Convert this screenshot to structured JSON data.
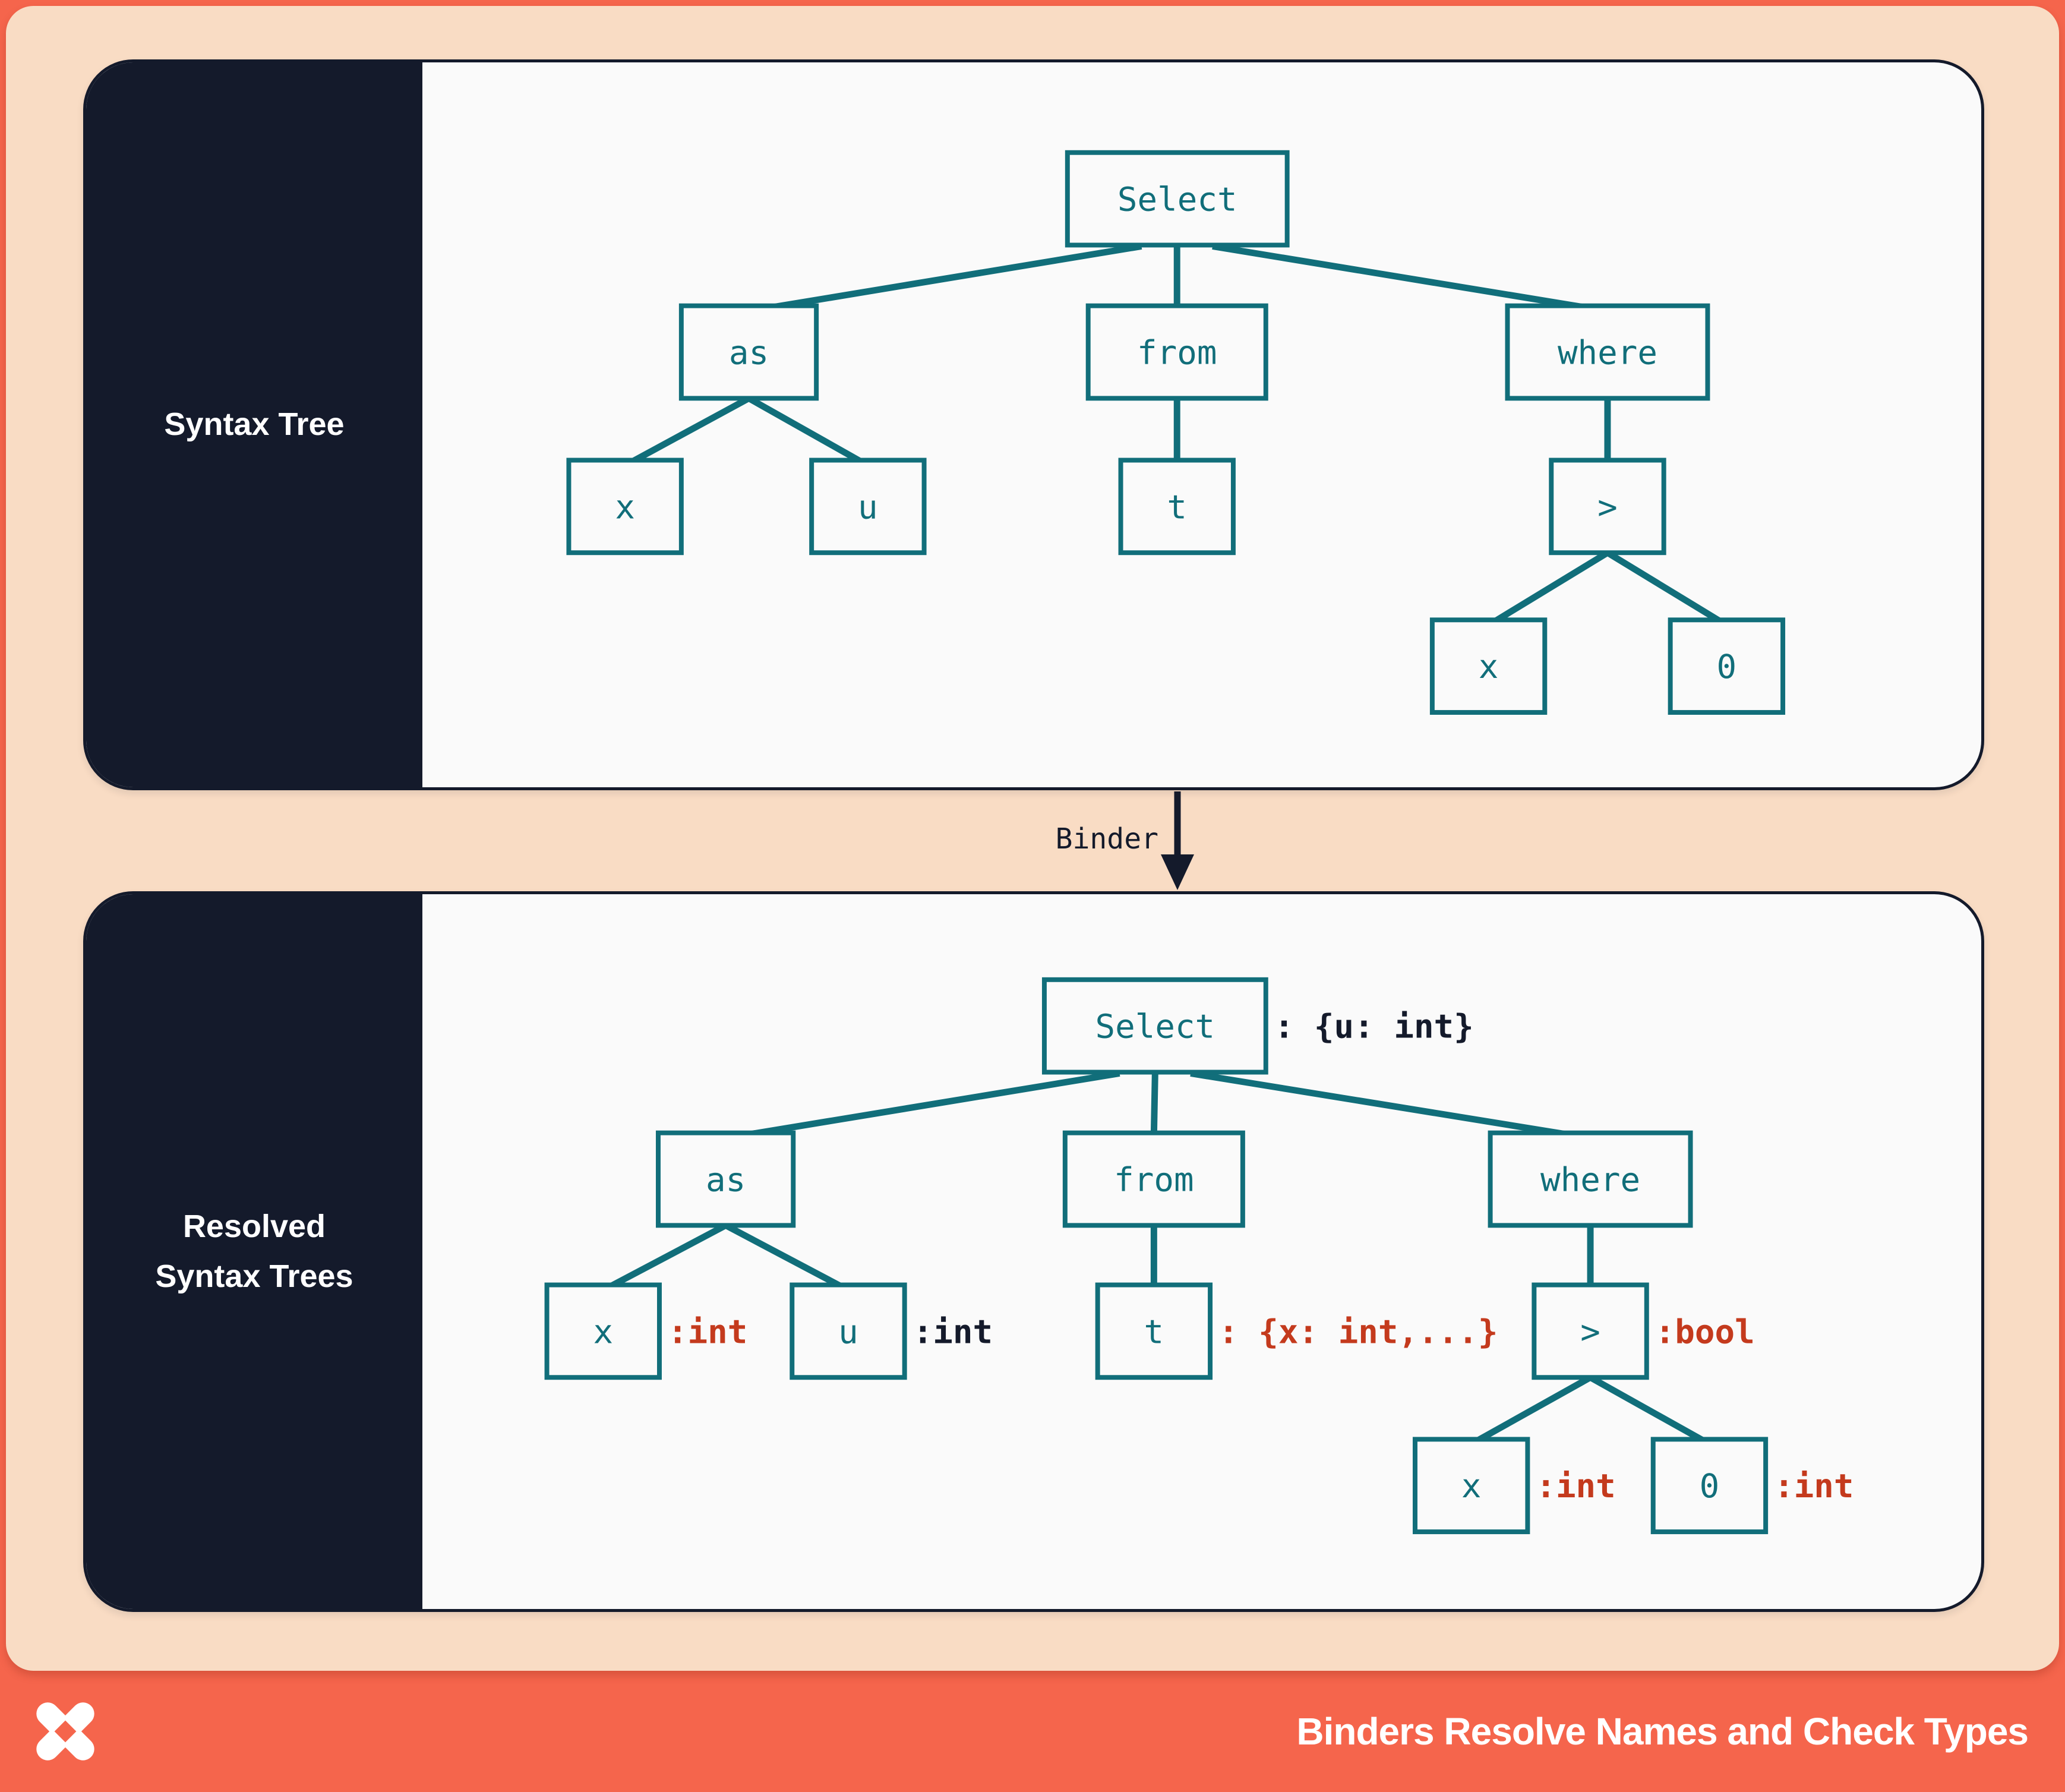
{
  "colors": {
    "coral": "#F5654C",
    "peach": "#F9DCC4",
    "navy": "#141A2B",
    "panel_bg": "#FAFAFA",
    "teal": "#116E7A",
    "red": "#C43A1D",
    "white": "#FFFFFF"
  },
  "panels": [
    {
      "id": "syntax-tree",
      "sidebar_label": "Syntax Tree",
      "sidebar_label_lines": [
        "Syntax Tree"
      ],
      "nodes": [
        {
          "id": "select",
          "label": "Select"
        },
        {
          "id": "as",
          "label": "as"
        },
        {
          "id": "from",
          "label": "from"
        },
        {
          "id": "where",
          "label": "where"
        },
        {
          "id": "as-x",
          "label": "x"
        },
        {
          "id": "as-u",
          "label": "u"
        },
        {
          "id": "from-t",
          "label": "t"
        },
        {
          "id": "gt",
          "label": ">"
        },
        {
          "id": "gt-x",
          "label": "x"
        },
        {
          "id": "gt-zero",
          "label": "0"
        }
      ]
    },
    {
      "id": "resolved-syntax-trees",
      "sidebar_label": "Resolved Syntax Trees",
      "sidebar_label_lines": [
        "Resolved",
        "Syntax Trees"
      ],
      "nodes": [
        {
          "id": "select",
          "label": "Select",
          "annotation": ": {u: int}",
          "annotation_color": "navy"
        },
        {
          "id": "as",
          "label": "as"
        },
        {
          "id": "from",
          "label": "from"
        },
        {
          "id": "where",
          "label": "where"
        },
        {
          "id": "as-x",
          "label": "x",
          "annotation": ":int",
          "annotation_color": "red"
        },
        {
          "id": "as-u",
          "label": "u",
          "annotation": ":int",
          "annotation_color": "navy"
        },
        {
          "id": "from-t",
          "label": "t",
          "annotation": ": {x: int,...}",
          "annotation_color": "red"
        },
        {
          "id": "gt",
          "label": ">",
          "annotation": ":bool",
          "annotation_color": "red"
        },
        {
          "id": "gt-x",
          "label": "x",
          "annotation": ":int",
          "annotation_color": "red"
        },
        {
          "id": "gt-zero",
          "label": "0",
          "annotation": ":int",
          "annotation_color": "red"
        }
      ]
    }
  ],
  "transform_arrow": {
    "label": "Binder",
    "arrow_icon": "down-arrow-icon"
  },
  "footer": {
    "title": "Binders Resolve Names and Check Types",
    "logo_icon": "pinwheel-x-logo-icon"
  }
}
